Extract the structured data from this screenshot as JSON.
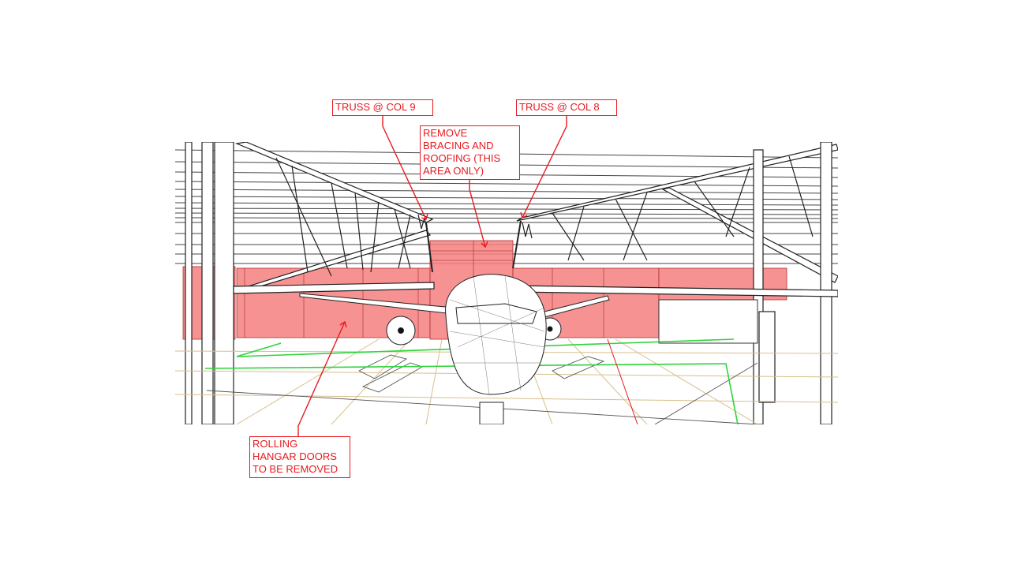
{
  "drawing": {
    "subject": "Aircraft hangar section view with wireframe aircraft",
    "colors": {
      "annotation_red": "#e8191f",
      "demolition_tint": "#f47f7f",
      "linework": "#333333",
      "floor_grid_tan": "#d8bf8c",
      "aircraft_outline_green": "#2fd43a"
    }
  },
  "callouts": [
    {
      "id": "truss-col-9",
      "text": "TRUSS @ COL 9"
    },
    {
      "id": "truss-col-8",
      "text": "TRUSS @ COL 8"
    },
    {
      "id": "remove-bracing",
      "text": "REMOVE\nBRACING AND\nROOFING (THIS\nAREA ONLY)"
    },
    {
      "id": "rolling-doors",
      "text": "ROLLING\nHANGAR DOORS\nTO BE REMOVED"
    }
  ]
}
